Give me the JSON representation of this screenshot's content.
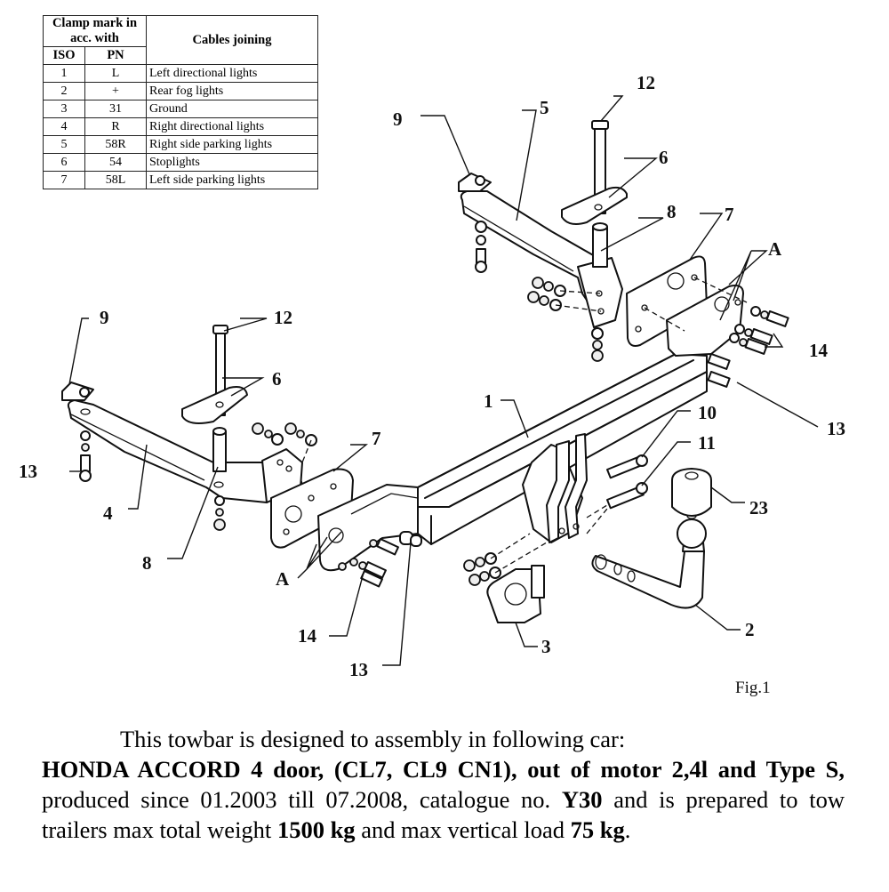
{
  "cable_table": {
    "header_group": "Clamp mark in acc. with",
    "header_iso": "ISO",
    "header_pn": "PN",
    "header_cables": "Cables joining",
    "rows": [
      {
        "iso": "1",
        "pn": "L",
        "cable": "Left directional lights"
      },
      {
        "iso": "2",
        "pn": "+",
        "cable": "Rear fog lights"
      },
      {
        "iso": "3",
        "pn": "31",
        "cable": "Ground"
      },
      {
        "iso": "4",
        "pn": "R",
        "cable": "Right directional lights"
      },
      {
        "iso": "5",
        "pn": "58R",
        "cable": "Right side parking lights"
      },
      {
        "iso": "6",
        "pn": "54",
        "cable": "Stoplights"
      },
      {
        "iso": "7",
        "pn": "58L",
        "cable": "Left side parking lights"
      }
    ]
  },
  "diagram": {
    "figure_label": "Fig.1",
    "part_labels": {
      "p1": "1",
      "p2": "2",
      "p3": "3",
      "p4": "4",
      "p5": "5",
      "p6_right": "6",
      "p6_left": "6",
      "p7_right": "7",
      "p7_left": "7",
      "p8_right": "8",
      "p8_left": "8",
      "p9_right": "9",
      "p9_left": "9",
      "p10": "10",
      "p11": "11",
      "p12_right": "12",
      "p12_left": "12",
      "p13_right": "13",
      "p13_left": "13",
      "p13_bottom": "13",
      "p14_right": "14",
      "p14_left": "14",
      "p23": "23",
      "a_right": "A",
      "a_left": "A"
    }
  },
  "description": {
    "intro": "This towbar is designed to assembly in following car:",
    "car_model": "HONDA ACCORD 4 door, (CL7, CL9 CN1), out of motor 2,4l and Type S,",
    "produced_text": " produced since 01.2003 till 07.2008, catalogue no. ",
    "catalogue_no": "Y30",
    "prepared_text": " and is prepared to tow trailers max total weight ",
    "max_weight": "1500 kg",
    "vertical_text": " and max vertical load ",
    "vertical_load": "75 kg",
    "end": "."
  }
}
